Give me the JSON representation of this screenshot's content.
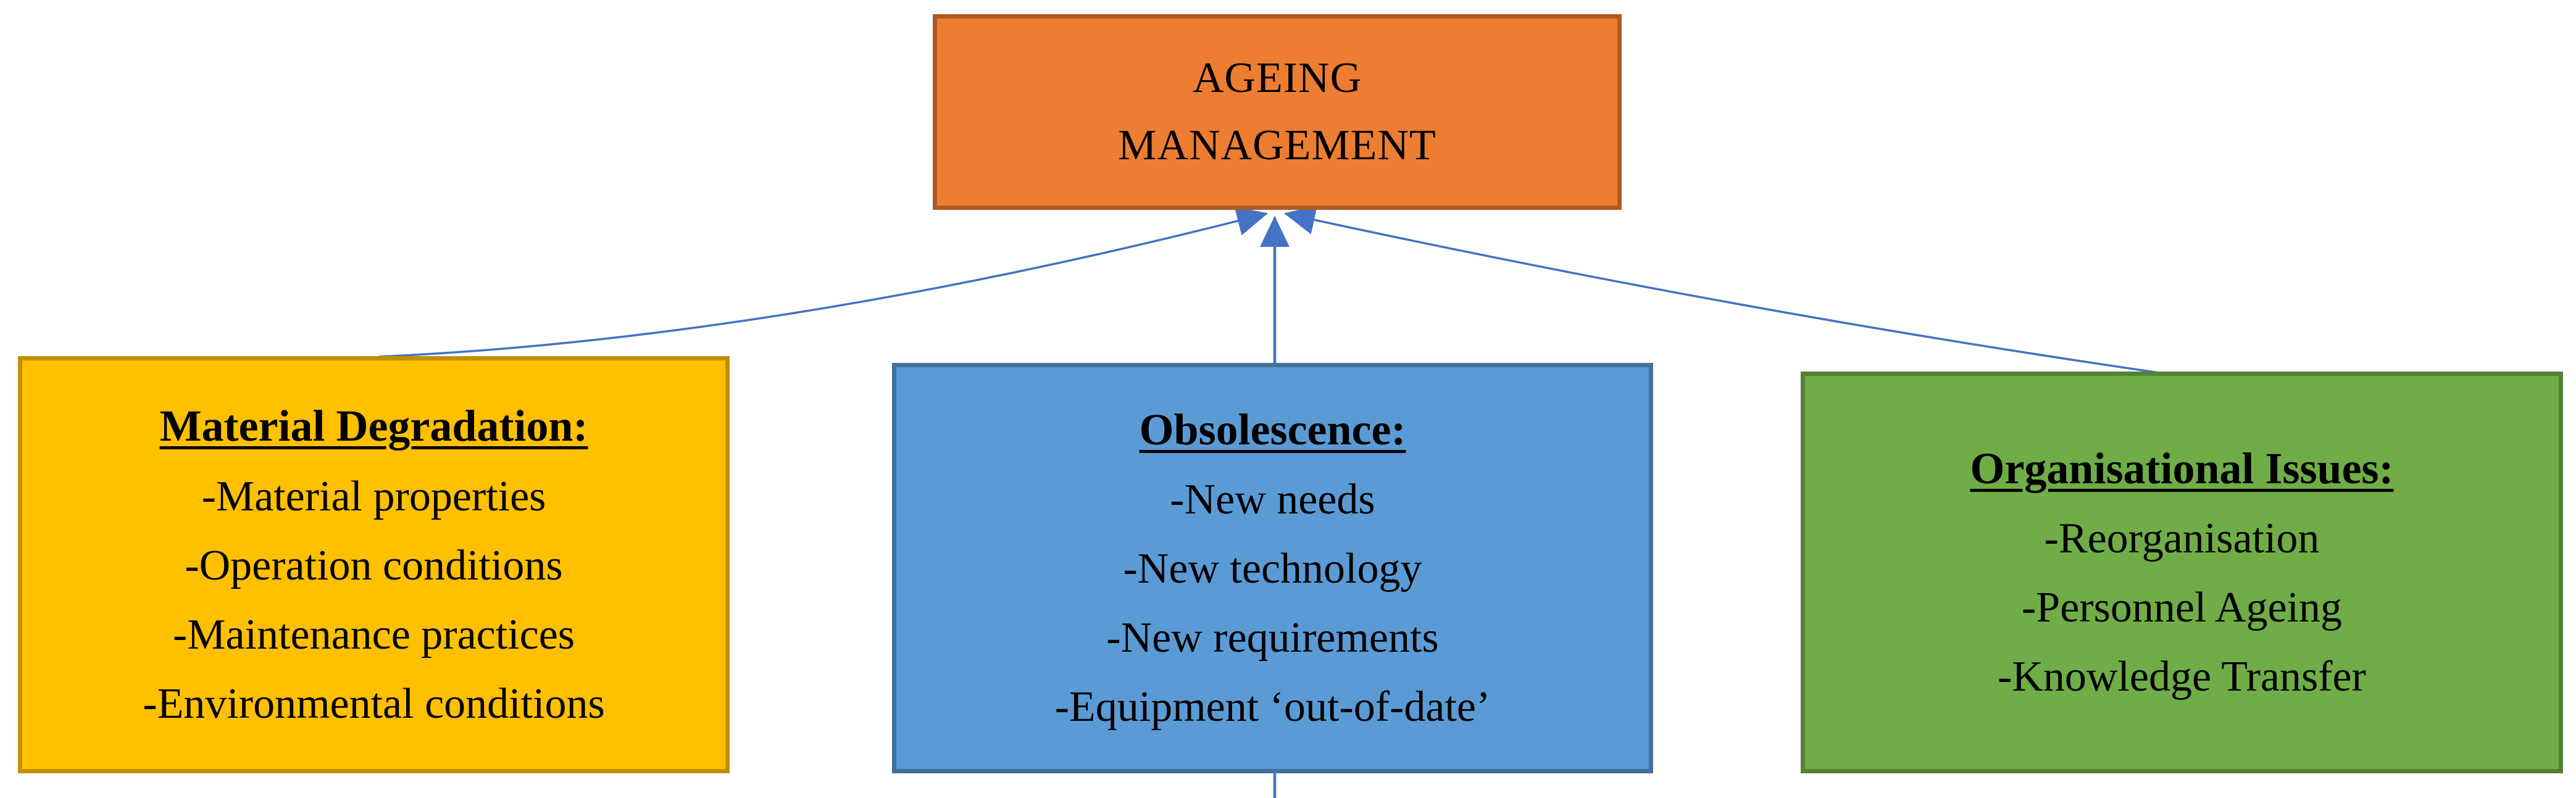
{
  "diagram": {
    "top_box": {
      "lines": [
        "AGEING",
        "MANAGEMENT"
      ],
      "fill": "#ED7D31",
      "border": "#AE5A21"
    },
    "boxes": [
      {
        "title": "Material Degradation:",
        "items": [
          "-Material properties",
          "-Operation conditions",
          "-Maintenance practices",
          "-Environmental conditions"
        ],
        "fill": "#FFC000",
        "border": "#BF9000"
      },
      {
        "title": "Obsolescence:",
        "items": [
          "-New needs",
          "-New technology",
          "-New requirements",
          "-Equipment ‘out-of-date’"
        ],
        "fill": "#5B9BD5",
        "border": "#41719C"
      },
      {
        "title": "Organisational Issues:",
        "items": [
          "-Reorganisation",
          "-Personnel Ageing",
          "-Knowledge Transfer"
        ],
        "fill": "#70AD47",
        "border": "#548235"
      }
    ],
    "connector_color": "#4472C4"
  }
}
